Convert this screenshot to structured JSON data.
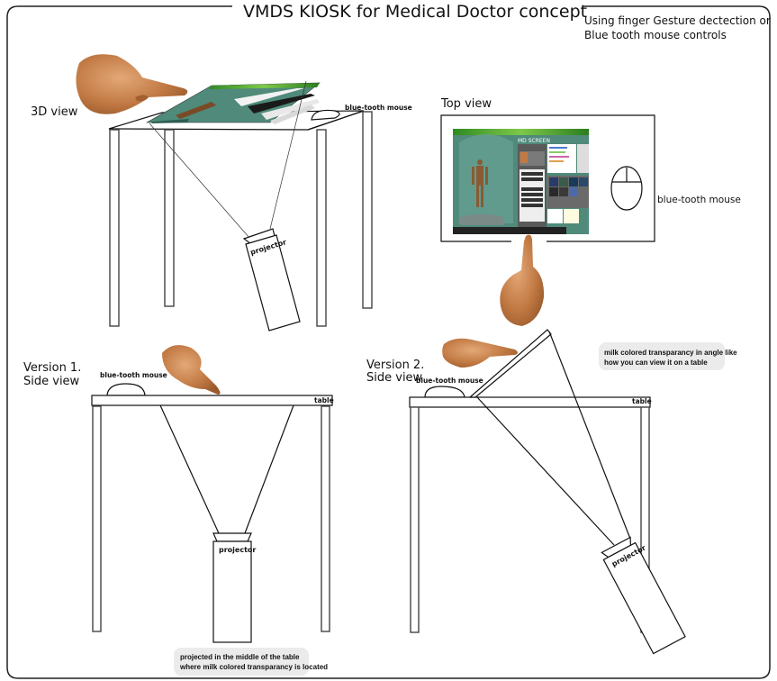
{
  "title": "VMDS KIOSK for Medical Doctor concept",
  "subtitle": [
    "Using finger Gesture dectection or",
    "Blue tooth mouse controls"
  ],
  "views": {
    "three_d": {
      "label": "3D view",
      "mouse_label": "blue-tooth mouse",
      "projector_label": "projector"
    },
    "top": {
      "label": "Top view",
      "mouse_label": "blue-tooth mouse",
      "screen_heading": "MD SCREEN"
    },
    "version1": {
      "label_line1": "Version 1.",
      "label_line2": "Side view",
      "mouse_label": "blue-tooth mouse",
      "table_label": "table",
      "projector_label": "projector",
      "note": [
        "projected in the middle of the table",
        "where milk colored transparancy is located"
      ]
    },
    "version2": {
      "label_line1": "Version 2.",
      "label_line2": "Side view",
      "mouse_label": "blue-tooth mouse",
      "table_label": "table",
      "projector_label": "projector",
      "note": [
        "milk colored transparancy in angle like",
        "how you can view it on a table"
      ]
    }
  },
  "colors": {
    "screen_teal": "#4f8a7a",
    "screen_green_bar": "#3f9a2c",
    "skin": "#c9824e",
    "note_bg": "#ebebeb"
  }
}
